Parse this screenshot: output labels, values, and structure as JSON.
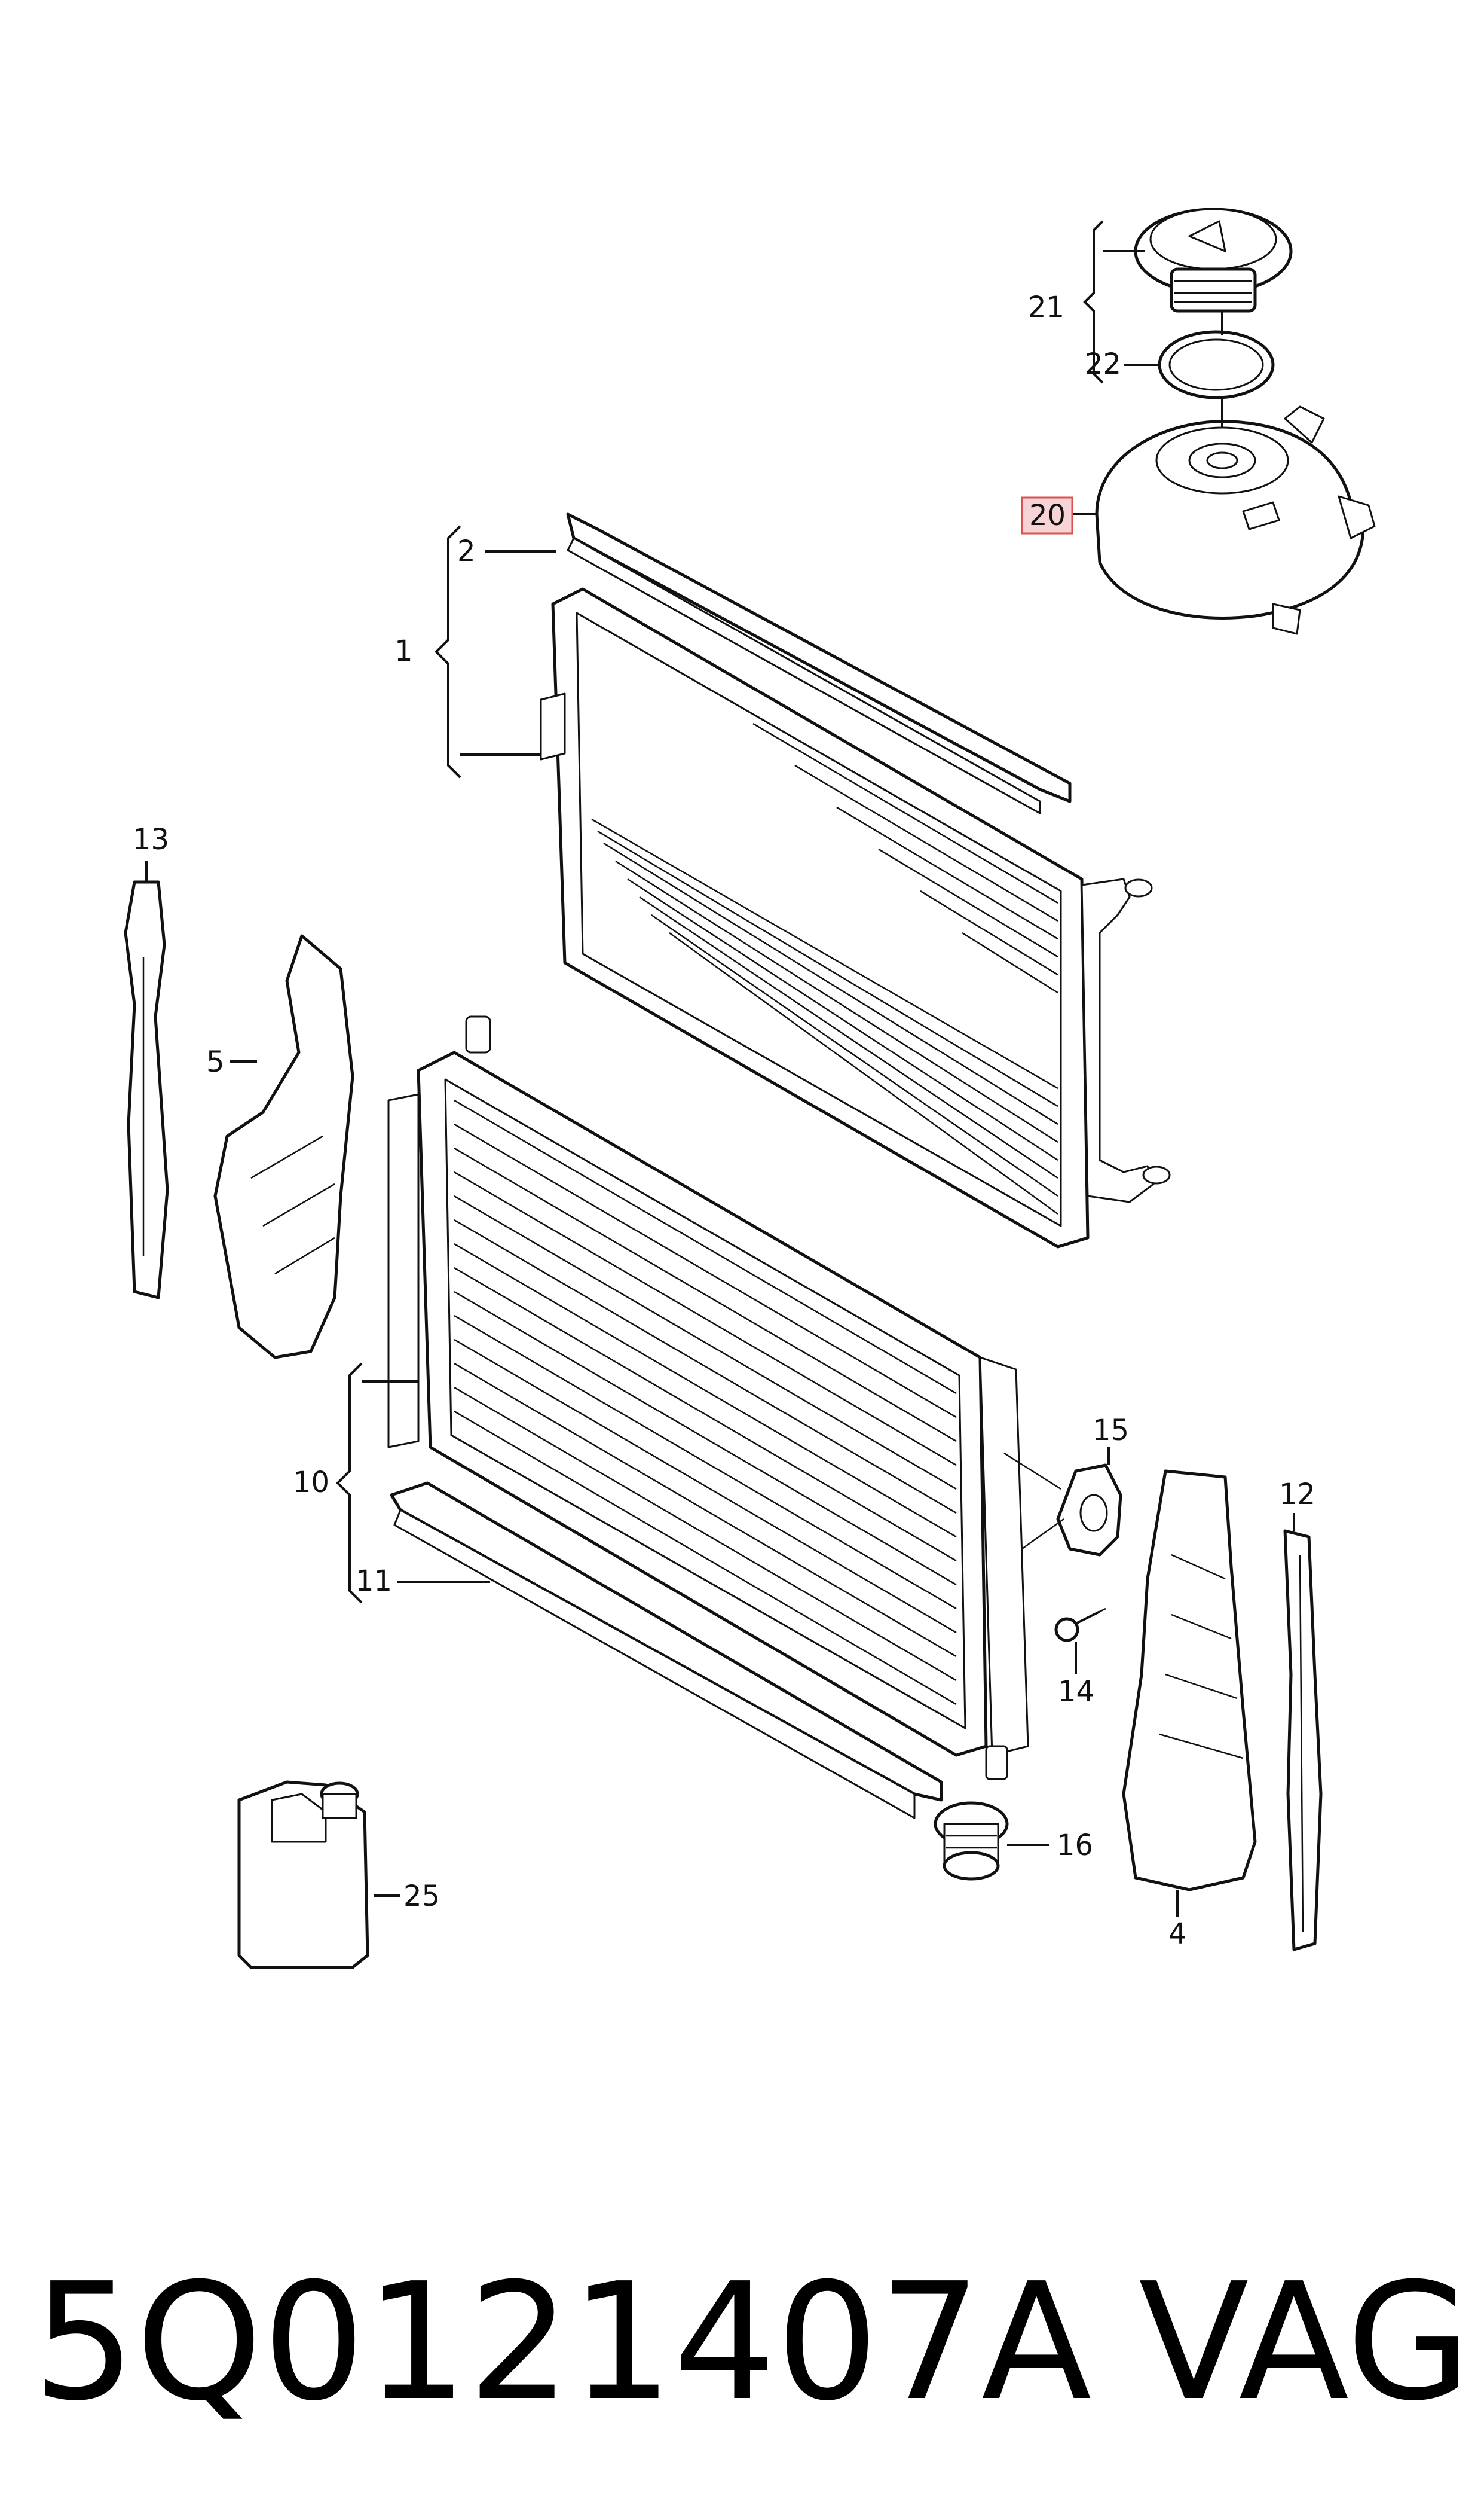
{
  "diagram": {
    "callouts": {
      "c1": "1",
      "c2": "2",
      "c4": "4",
      "c5": "5",
      "c10": "10",
      "c11": "11",
      "c12": "12",
      "c13": "13",
      "c14": "14",
      "c15": "15",
      "c16": "16",
      "c20": "20",
      "c21": "21",
      "c22": "22",
      "c25": "25"
    },
    "highlighted_callout": "20",
    "highlight_color": "#f7d3d6"
  },
  "footer": {
    "part_number": "5Q0121407A",
    "brand": "VAG"
  }
}
